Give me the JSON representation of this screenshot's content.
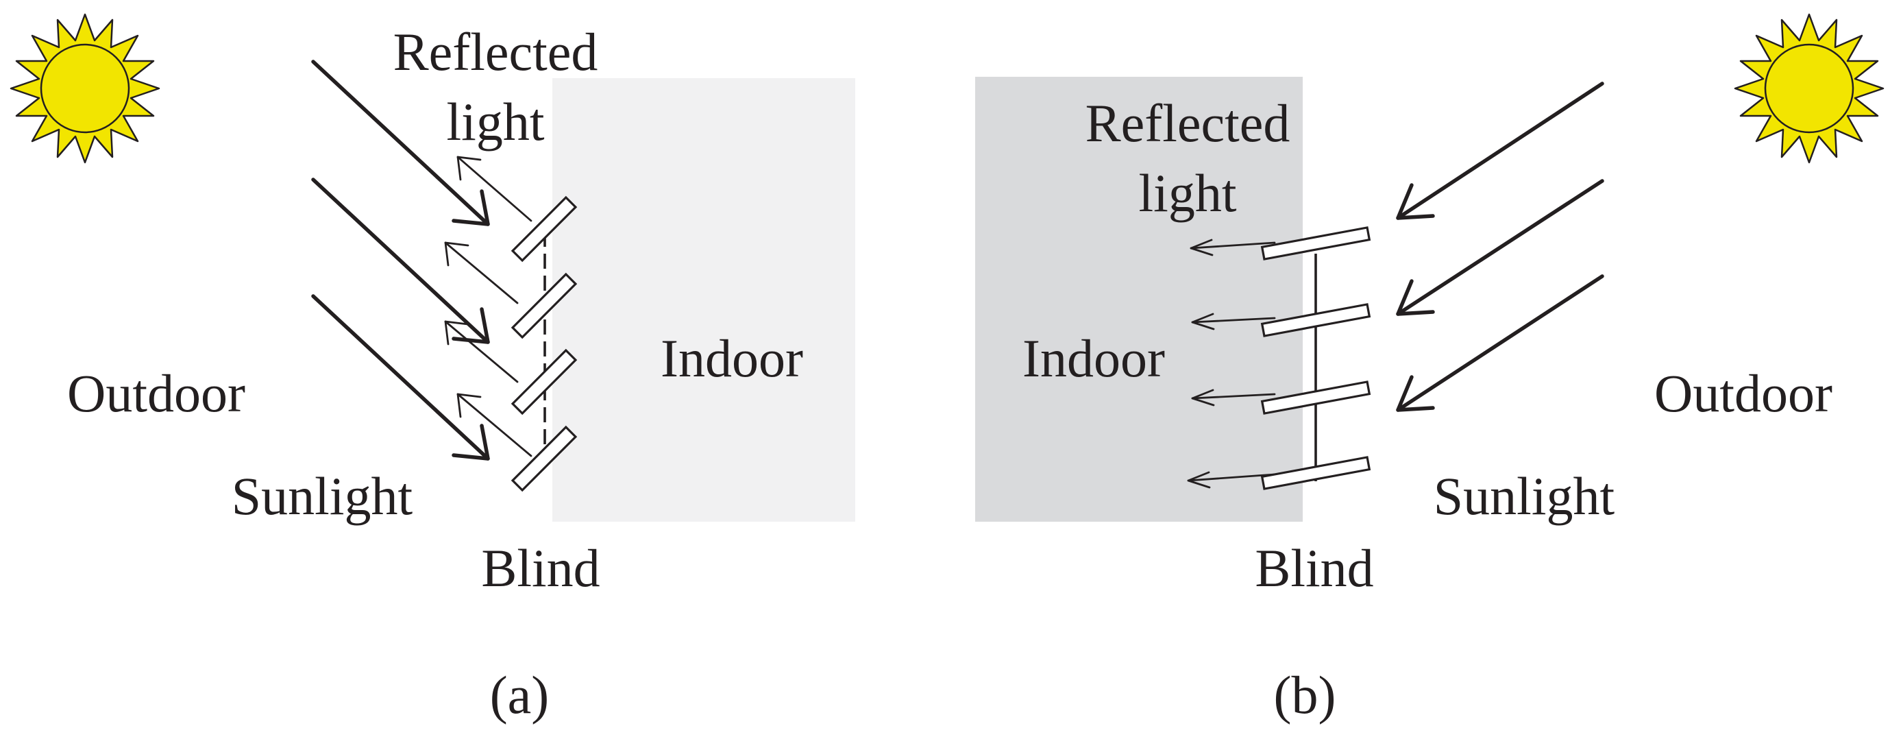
{
  "colors": {
    "sun_fill": "#f2e500",
    "ink": "#231f20",
    "indoor_a": "#f1f1f2",
    "indoor_b": "#d9dadc"
  },
  "icons": {
    "sun": "sun-icon"
  },
  "panel_a": {
    "reflected_label_1": "Reflected",
    "reflected_label_2": "light",
    "indoor_label": "Indoor",
    "outdoor_label": "Outdoor",
    "sunlight_label": "Sunlight",
    "blind_label": "Blind",
    "caption": "(a)"
  },
  "panel_b": {
    "reflected_label_1": "Reflected",
    "reflected_label_2": "light",
    "indoor_label": "Indoor",
    "outdoor_label": "Outdoor",
    "sunlight_label": "Sunlight",
    "blind_label": "Blind",
    "caption": "(b)"
  }
}
